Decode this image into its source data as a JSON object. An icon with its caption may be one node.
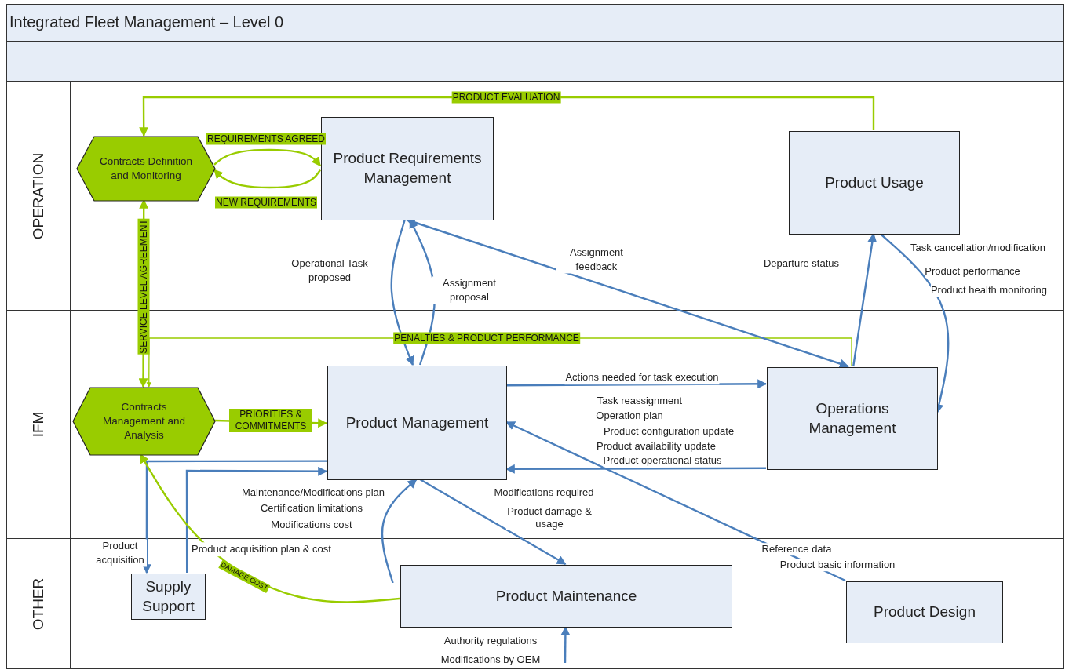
{
  "diagram": {
    "title": "Integrated Fleet Management – Level 0",
    "nodes": [
      {
        "text": [
          "OPERATION"
        ]
      },
      {
        "text": [
          "IFM"
        ]
      },
      {
        "text": [
          "OTHER"
        ]
      },
      {
        "text": [
          "Contracts Definition and Monitoring"
        ],
        "in": 0
      },
      {
        "text": [
          "Product Requirements Management"
        ],
        "in": 0
      },
      {
        "text": [
          "Product Usage"
        ],
        "in": 0
      },
      {
        "text": [
          "Contracts Management and Analysis"
        ],
        "in": 1
      },
      {
        "text": [
          "Product Management"
        ],
        "in": 1
      },
      {
        "text": [
          "Operations Management"
        ],
        "in": 1
      },
      {
        "text": [
          "Supply Support"
        ],
        "in": 2
      },
      {
        "text": [
          "Product Maintenance"
        ],
        "in": 2
      },
      {
        "text": [
          "Product Design"
        ],
        "in": 2
      }
    ],
    "edges": [
      {
        "from": 5,
        "to": 3,
        "arrow": "to",
        "label": "PRODUCT EVALUATION",
        "color": "#99cc00"
      },
      {
        "from": 3,
        "to": 4,
        "arrow": "to",
        "label": "REQUIREMENTS AGREED",
        "color": "#99cc00"
      },
      {
        "from": 4,
        "to": 3,
        "arrow": "to",
        "label": "NEW REQUIREMENTS",
        "color": "#99cc00"
      },
      {
        "from": 6,
        "to": 3,
        "arrow": "both",
        "label": "SERVICE LEVEL AGREEMENT",
        "color": "#99cc00"
      },
      {
        "from": 8,
        "to": 6,
        "arrow": "to",
        "label": "PENALTIES & PRODUCT PERFORMANCE",
        "color": "#99cc00"
      },
      {
        "from": 6,
        "to": 7,
        "arrow": "to",
        "label": "PRIORITIES & COMMITMENTS",
        "color": "#99cc00"
      },
      {
        "from": 4,
        "to": 7,
        "arrow": "to",
        "label": "Operational Task proposed"
      },
      {
        "from": 7,
        "to": 4,
        "arrow": "to",
        "label": "Assignment proposal"
      },
      {
        "from": 8,
        "to": 4,
        "arrow": "both",
        "label": "Assignment feedback"
      },
      {
        "from": 8,
        "to": 5,
        "arrow": "to",
        "label": "Departure status"
      },
      {
        "from": 5,
        "to": 8,
        "arrow": "to"
      },
      {
        "from": 7,
        "to": 8,
        "arrow": "to",
        "label": "Actions needed for task execution"
      },
      {
        "from": 8,
        "to": 7,
        "arrow": "to"
      },
      {
        "from": 7,
        "to": 9,
        "arrow": "to",
        "label": "Product acquisition"
      },
      {
        "from": 9,
        "to": 7,
        "arrow": "to",
        "label": "Product acquisition plan & cost"
      },
      {
        "from": 10,
        "to": 6,
        "arrow": "to",
        "label": "DAMAGE COST",
        "color": "#99cc00"
      },
      {
        "from": 10,
        "to": 7,
        "arrow": "to"
      },
      {
        "from": 7,
        "to": 10,
        "arrow": "to"
      },
      {
        "from": 11,
        "to": 7,
        "arrow": "to"
      },
      {
        "from": null,
        "to": 10,
        "arrow": "to"
      }
    ],
    "labels": [
      "Task cancellation/modification",
      "Product performance",
      "Product health monitoring",
      "Task reassignment",
      "Operation plan",
      "Product configuration update",
      "Product availability update",
      "Product operational status",
      "Maintenance/Modifications plan",
      "Certification limitations",
      "Modifications cost",
      "Modifications required",
      "Product damage & usage",
      "Reference data",
      "Product basic information",
      "Authority regulations",
      "Modifications by OEM"
    ]
  }
}
